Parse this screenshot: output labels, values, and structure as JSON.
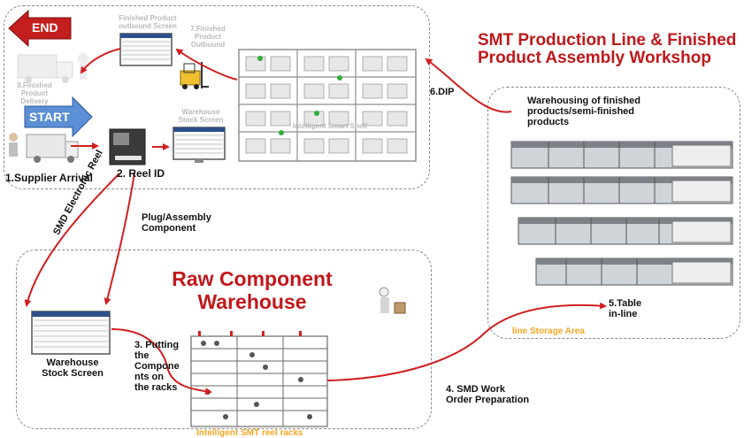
{
  "top_title": "SMT Production Line & Finished Product Assembly Workshop",
  "top_title_line1": "SMT Production Line & Finished",
  "top_title_line2": "Product Assembly Workshop",
  "raw_title_line1": "Raw Component",
  "raw_title_line2": "Warehouse",
  "end_label": "END",
  "start_label": "START",
  "step_supplier_arrival": "1.Supplier Arrival",
  "step_reel_id": "2. Reel ID",
  "step_putting": [
    "3. Putting",
    "the",
    "Compone",
    "nts on",
    "the racks"
  ],
  "step_smd_work": [
    "4. SMD Work",
    "Order Preparation"
  ],
  "step_table": [
    "5.Table",
    "in-line"
  ],
  "step_dip": "6.DIP",
  "step_finished_outbound": [
    "7.Finished",
    "Product",
    "Outbound"
  ],
  "step_finished_delivery": [
    "8.Finished",
    "Product",
    "Delivery"
  ],
  "finished_outbound_screen": [
    "Finished Product",
    "outbound Screen"
  ],
  "warehouse_stock_screen_top": [
    "Warehouse",
    "Stock Screen"
  ],
  "warehouse_stock_screen_bottom": [
    "Warehouse",
    "Stock Screen"
  ],
  "smart_shelf": "Intelligent Smart Shelf",
  "warehousing_text": [
    "Warehousing of finished",
    "products/semi-finished",
    "products"
  ],
  "line_storage_area": "line Storage Area",
  "intelligent_reel_racks": "Intelligent SMT reel racks",
  "smd_electronic_reel": "SMD Electronic Reel",
  "plug_assembly": [
    "Plug/Assembly",
    "Component"
  ],
  "colors": {
    "red": "#c0181b",
    "arrow_red": "#d11f1f",
    "start_blue": "#5b8fd6",
    "end_red": "#c41e1e",
    "orange": "#f5a623",
    "box_border": "#8a8a8a"
  }
}
